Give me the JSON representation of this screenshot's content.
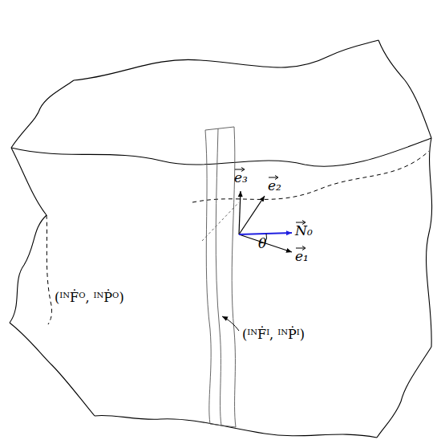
{
  "diagram": {
    "labels": [
      "(ᴵᴺḞᴼ, ᴵᴺṖᴼ)",
      "(ᴵᴺḞᴵ, ᴵᴺṖᴵ)",
      "e₃",
      "e₂",
      "N₀",
      "e₁",
      "θ"
    ]
  }
}
